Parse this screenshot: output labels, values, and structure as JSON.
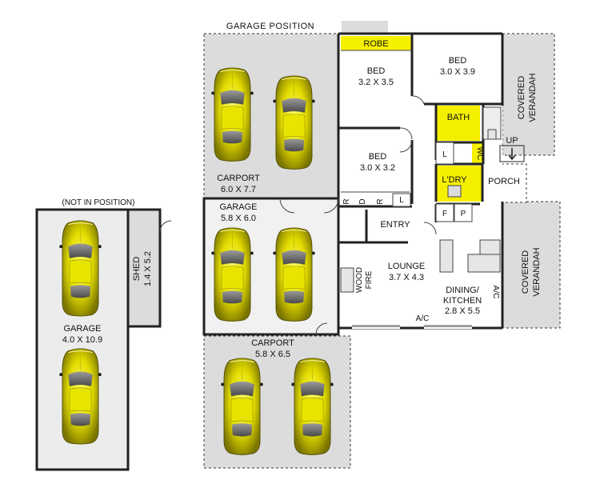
{
  "headings": {
    "garage_position": "GARAGE POSITION",
    "not_in_position": "(NOT IN POSITION)"
  },
  "rooms": {
    "robe": "ROBE",
    "bed1": {
      "name": "BED",
      "size": "3.2 X 3.5"
    },
    "bed2": {
      "name": "BED",
      "size": "3.0 X 3.9"
    },
    "bed3": {
      "name": "BED",
      "size": "3.0 X 3.2"
    },
    "bath": "BATH",
    "wc": "WC",
    "l": "L",
    "laundry": "L'DRY",
    "porch": "PORCH",
    "up": "UP",
    "entry": "ENTRY",
    "lounge": {
      "name": "LOUNGE",
      "size": "3.7 X 4.3"
    },
    "wood_fire": {
      "line1": "WOOD",
      "line2": "FIRE"
    },
    "dining": {
      "line1": "DINING/",
      "line2": "KITCHEN",
      "size": "2.8 X 5.5"
    },
    "ac1": "A/C",
    "ac2": "A/C",
    "f": "F",
    "p": "P",
    "l2": "L",
    "r1": "R",
    "r2": "R",
    "d": "D",
    "covered_verandah_top": {
      "line1": "COVERED",
      "line2": "VERANDAH"
    },
    "covered_verandah_bottom": {
      "line1": "COVERED",
      "line2": "VERANDAH"
    }
  },
  "carports": {
    "carport_top": {
      "name": "CARPORT",
      "size": "6.0 X 7.7"
    },
    "garage_main": {
      "name": "GARAGE",
      "size": "5.8 X 6.0"
    },
    "carport_bottom": {
      "name": "CARPORT",
      "size": "5.8 X 6.5"
    }
  },
  "detached": {
    "shed": {
      "name": "SHED",
      "size": "1.4 X 5.2"
    },
    "garage": {
      "name": "GARAGE",
      "size": "4.0 X 10.9"
    }
  },
  "colors": {
    "wet_area": "#f5f000",
    "car_body": "#d8d200",
    "car_dark": "#6e6a00",
    "outdoor": "#dcdcdc",
    "garage_floor": "#f2f2f2",
    "wall": "#222222"
  }
}
